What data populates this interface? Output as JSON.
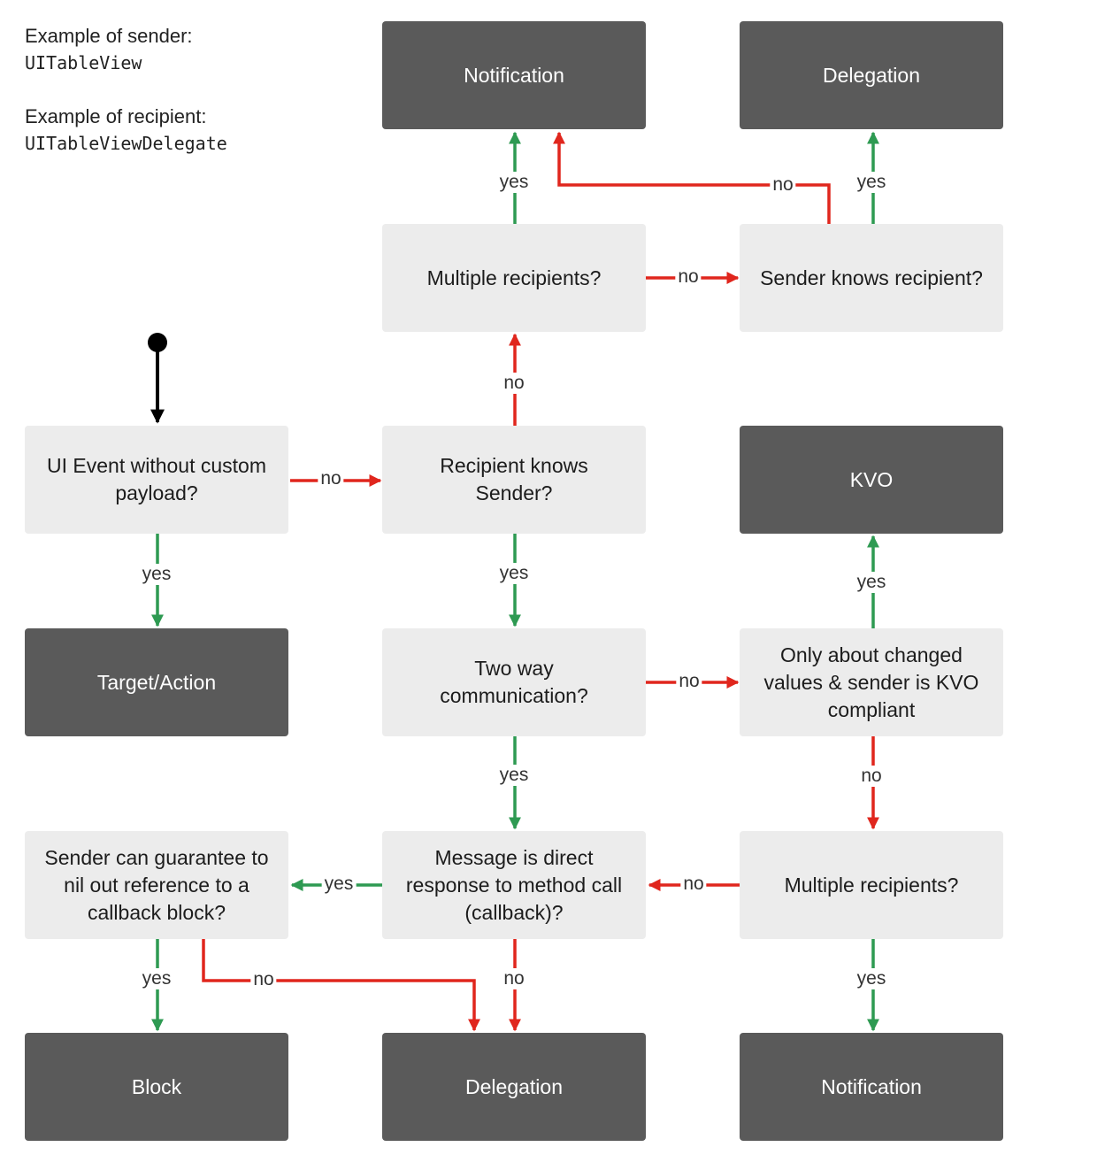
{
  "legend": {
    "sender_caption": "Example of sender:",
    "sender_value": "UITableView",
    "recipient_caption": "Example of recipient:",
    "recipient_value": "UITableViewDelegate"
  },
  "nodes": {
    "notification_top": "Notification",
    "delegation_top": "Delegation",
    "multiple_recipients_top": "Multiple recipients?",
    "sender_knows_recipient": "Sender knows recipient?",
    "ui_event": "UI Event without custom payload?",
    "recipient_knows_sender": "Recipient knows Sender?",
    "kvo": "KVO",
    "target_action": "Target/Action",
    "two_way": "Two way communication?",
    "kvo_question": "Only about changed values & sender is KVO compliant",
    "sender_guarantee": "Sender can guarantee to nil out reference to a callback block?",
    "message_direct": "Message is direct response to method call (callback)?",
    "multiple_recipients_bottom": "Multiple recipients?",
    "block": "Block",
    "delegation_bottom": "Delegation",
    "notification_bottom": "Notification"
  },
  "edge_labels": {
    "yes": "yes",
    "no": "no"
  },
  "colors": {
    "yes_arrow": "#2e9a52",
    "no_arrow": "#e0261d",
    "start_arrow": "#000000",
    "question_fill": "#ececec",
    "answer_fill": "#5a5a5a"
  }
}
